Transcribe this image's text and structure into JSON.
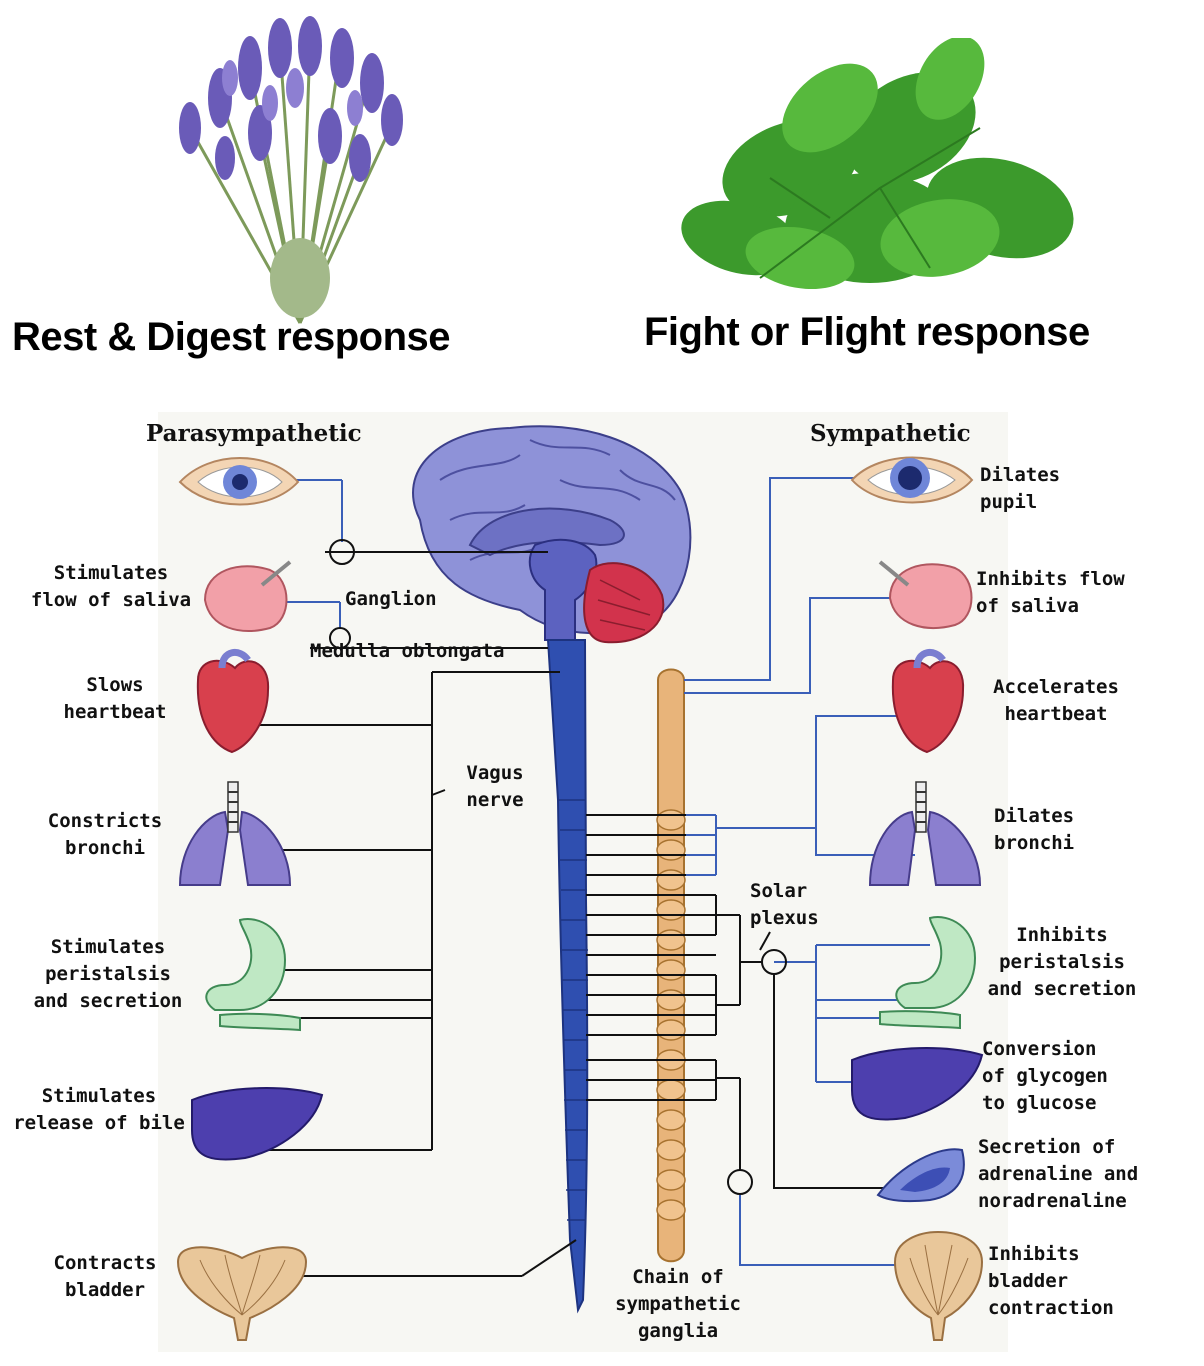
{
  "top": {
    "left_caption": "Rest & Digest response",
    "right_caption": "Fight or Flight response",
    "left_image": "lavender-bouquet",
    "right_image": "mint-leaves"
  },
  "diagram": {
    "left_header": "Parasympathetic",
    "right_header": "Sympathetic",
    "center_labels": {
      "ganglion": "Ganglion",
      "medulla": "Medulla oblongata",
      "vagus": "Vagus\nnerve",
      "solar_plexus": "Solar\nplexus",
      "chain": "Chain of\nsympathetic\nganglia"
    },
    "parasympathetic": [
      {
        "organ": "eye",
        "text": ""
      },
      {
        "organ": "salivary-gland",
        "text": "Stimulates\nflow of saliva"
      },
      {
        "organ": "heart",
        "text": "Slows\nheartbeat"
      },
      {
        "organ": "lungs",
        "text": "Constricts\nbronchi"
      },
      {
        "organ": "stomach",
        "text": "Stimulates\nperistalsis\nand secretion"
      },
      {
        "organ": "liver",
        "text": "Stimulates\nrelease of bile"
      },
      {
        "organ": "bladder",
        "text": "Contracts\nbladder"
      }
    ],
    "sympathetic": [
      {
        "organ": "eye",
        "text": "Dilates\npupil"
      },
      {
        "organ": "salivary-gland",
        "text": "Inhibits flow\nof saliva"
      },
      {
        "organ": "heart",
        "text": "Accelerates\nheartbeat"
      },
      {
        "organ": "lungs",
        "text": "Dilates\nbronchi"
      },
      {
        "organ": "stomach",
        "text": "Inhibits\nperistalsis\nand secretion"
      },
      {
        "organ": "liver",
        "text": "Conversion\nof glycogen\nto glucose"
      },
      {
        "organ": "adrenal-gland",
        "text": "Secretion of\nadrenaline and\nnoradrenaline"
      },
      {
        "organ": "bladder",
        "text": "Inhibits\nbladder\ncontraction"
      }
    ]
  },
  "colors": {
    "nerve_blue": "#3a5fb8",
    "spinal_blue": "#2f4fb0",
    "chain_tan": "#e8b47a",
    "brain_lavender": "#8e92d8",
    "cerebellum_red": "#d2334c",
    "heart_red": "#d8404d",
    "lung_purple": "#8b7fcf",
    "stomach_green": "#bfe8c4",
    "liver_indigo": "#4d3fae",
    "bladder_tan": "#e9c79a",
    "salivary_pink": "#f2a0a8"
  }
}
